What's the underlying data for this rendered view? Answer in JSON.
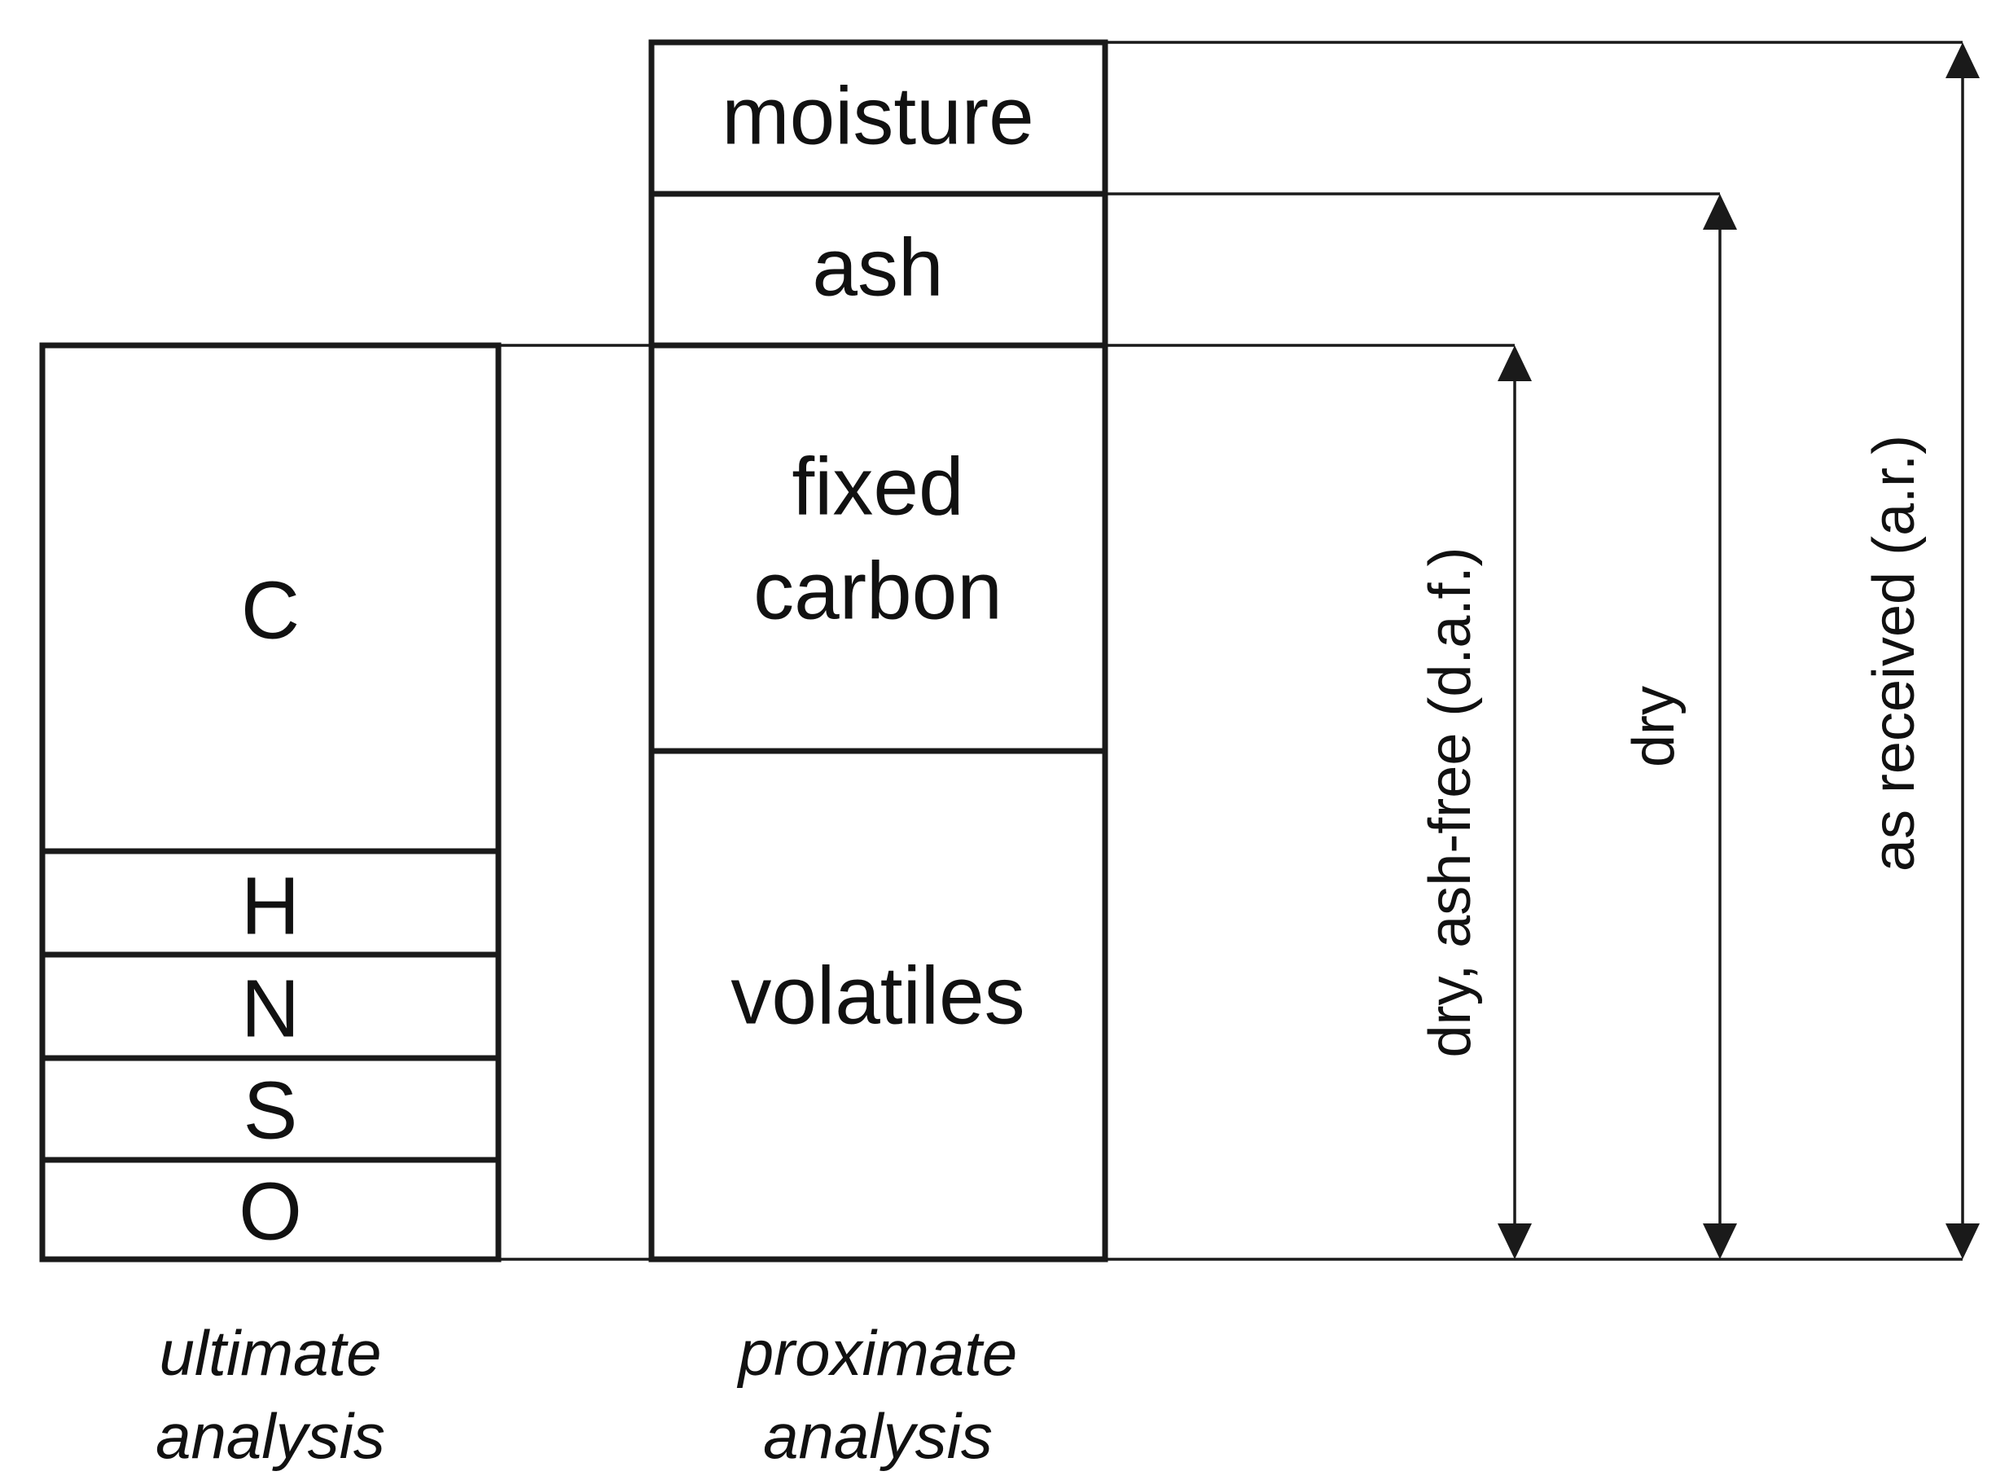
{
  "ultimate": {
    "segments": [
      "C",
      "H",
      "N",
      "S",
      "O"
    ],
    "caption_line1": "ultimate",
    "caption_line2": "analysis"
  },
  "proximate": {
    "moisture": "moisture",
    "ash": "ash",
    "fixed_carbon_line1": "fixed",
    "fixed_carbon_line2": "carbon",
    "volatiles": "volatiles",
    "caption_line1": "proximate",
    "caption_line2": "analysis"
  },
  "bases": {
    "daf": "dry, ash-free (d.a.f.)",
    "dry": "dry",
    "as_received": "as received (a.r.)"
  }
}
